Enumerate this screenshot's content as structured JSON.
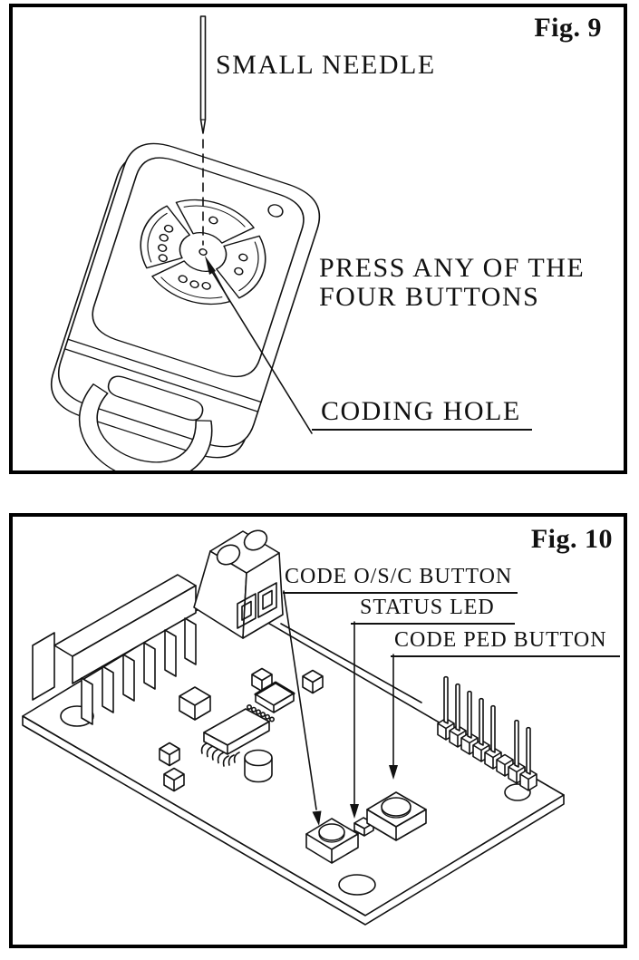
{
  "figure_top": {
    "fig_label": "Fig. 9",
    "labels": {
      "small_needle": "SMALL NEEDLE",
      "press_any_line1": "PRESS ANY OF THE",
      "press_any_line2": "FOUR BUTTONS",
      "coding_hole": "CODING HOLE"
    },
    "drawing_parts": [
      "small-needle",
      "dashed-guide-line",
      "remote-transmitter",
      "four-button-pad",
      "button-dots",
      "coding-hole",
      "led-hole",
      "keyring-loop"
    ]
  },
  "figure_bottom": {
    "fig_label": "Fig. 10",
    "labels": {
      "code_osc_button": "CODE O/S/C BUTTON",
      "status_led": "STATUS LED",
      "code_ped_button": "CODE PED BUTTON"
    },
    "drawing_parts": [
      "pcb-board",
      "mounting-holes",
      "heatsink",
      "terminal-block",
      "smd-components",
      "ic-chip",
      "capacitor",
      "pin-header",
      "antenna-wire",
      "code-osc-button",
      "status-led",
      "code-ped-button",
      "leader-arrows"
    ]
  },
  "colors": {
    "background": "#ffffff",
    "panel_border": "#000000",
    "line_art": "#111111"
  }
}
